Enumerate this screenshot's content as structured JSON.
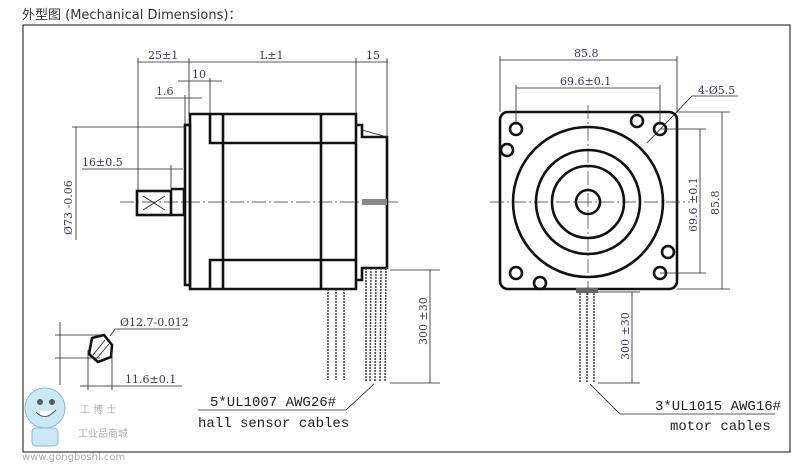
{
  "caption": "外型图 (Mechanical Dimensions)：",
  "side_view": {
    "dims": {
      "shaft_length": "25±1",
      "body_length": "L±1",
      "rear": "15",
      "flange": "10",
      "step": "1.6",
      "flat_length": "16±0.5",
      "pilot_dia": "Ø73 -0.06"
    },
    "hall_cable_length": "300 ±30",
    "hall_cable_spec": "5*UL1007 AWG26#",
    "hall_cable_label": "hall sensor cables"
  },
  "shaft_section": {
    "diameter": "Ø12.7-0.012",
    "flat": "11.6±0.1"
  },
  "front_view": {
    "width": "85.8",
    "hole_spacing": "69.6±0.1",
    "holes": "4-Ø5.5",
    "hole_spacing_v": "69.6 ±0.1",
    "height": "85.8",
    "motor_cable_length": "300 ±30",
    "motor_cable_spec": "3*UL1015 AWG16#",
    "motor_cable_label": "motor cables"
  },
  "watermark": {
    "brand": "工 博 士",
    "subtitle": "工业品商城",
    "url": "www.gongboshi.com"
  }
}
